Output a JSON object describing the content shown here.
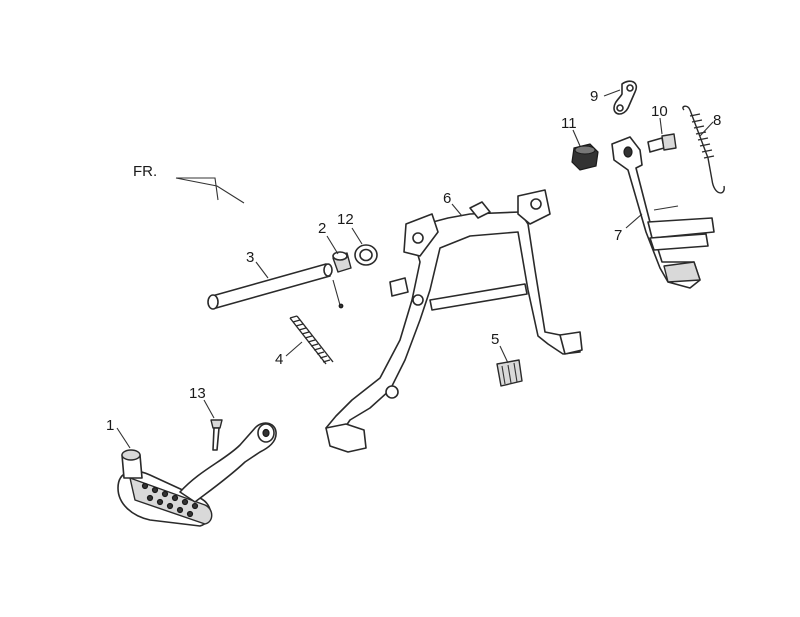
{
  "direction_label": "FR.",
  "callouts": [
    {
      "id": "1",
      "part": "kick-starter-arm"
    },
    {
      "id": "2",
      "part": "collar"
    },
    {
      "id": "3",
      "part": "pivot-shaft"
    },
    {
      "id": "4",
      "part": "main-stand-spring"
    },
    {
      "id": "5",
      "part": "stopper-rubber"
    },
    {
      "id": "6",
      "part": "main-stand"
    },
    {
      "id": "7",
      "part": "side-stand"
    },
    {
      "id": "8",
      "part": "side-stand-spring"
    },
    {
      "id": "9",
      "part": "spring-hook"
    },
    {
      "id": "10",
      "part": "bolt"
    },
    {
      "id": "11",
      "part": "nut"
    },
    {
      "id": "12",
      "part": "washer"
    },
    {
      "id": "13",
      "part": "bolt"
    }
  ]
}
